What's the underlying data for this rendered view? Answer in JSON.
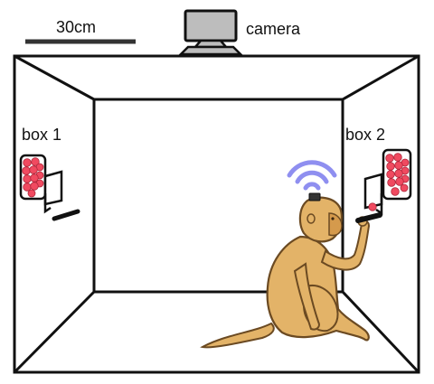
{
  "scale_bar": {
    "label": "30cm"
  },
  "camera": {
    "label": "camera",
    "icon": "camera-icon"
  },
  "box1": {
    "label": "box 1"
  },
  "box2": {
    "label": "box 2"
  },
  "colors": {
    "line": "#111111",
    "monkey_fill": "#e3b368",
    "monkey_stroke": "#6b4a22",
    "ball_fill": "#f04a60",
    "ball_highlight": "#ff9aa8",
    "wifi": "#8f8ff0",
    "camera_fill": "#bdbdbd"
  }
}
